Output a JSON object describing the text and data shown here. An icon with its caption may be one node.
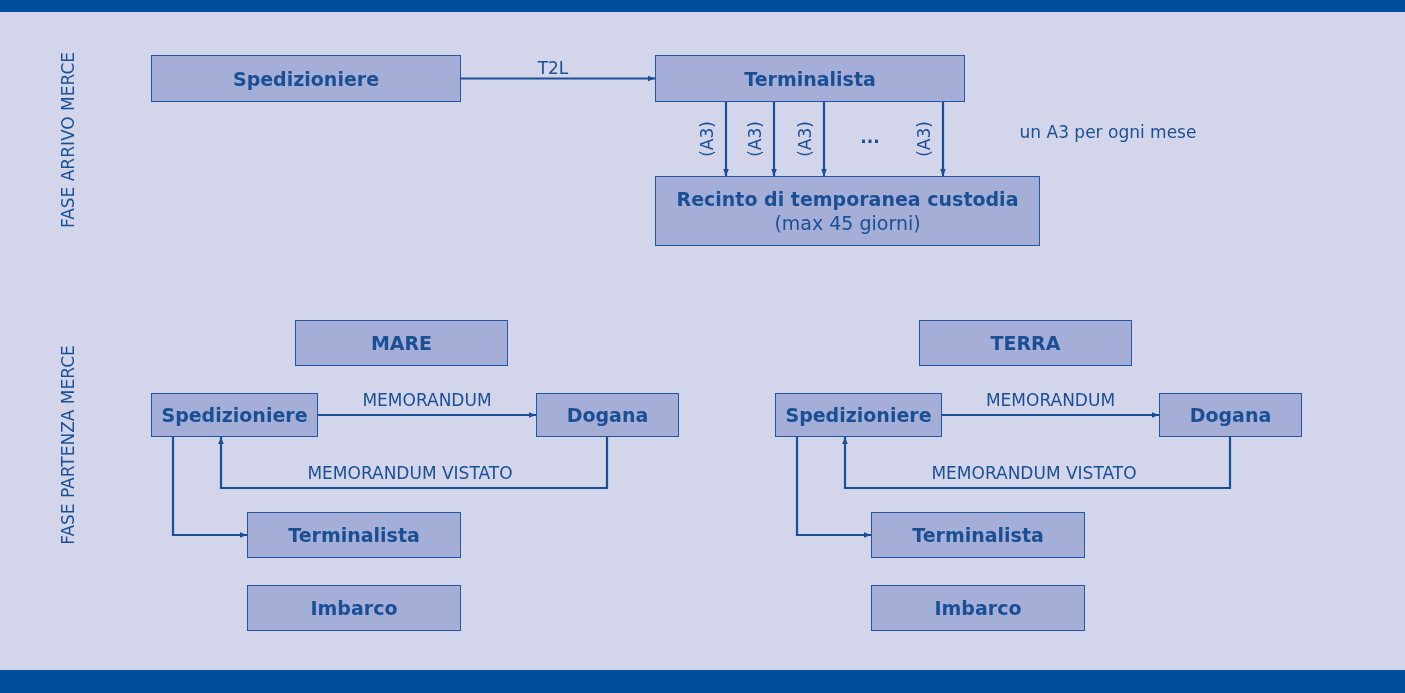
{
  "diagram": {
    "nodes": [
      {
        "text": [
          "Spedizioniere"
        ]
      },
      {
        "text": [
          "Terminalista"
        ]
      },
      {
        "text": [
          "Recinto di temporanea custodia",
          "(max 45 giorni)"
        ]
      },
      {
        "text": [
          "MARE"
        ]
      },
      {
        "text": [
          "Spedizioniere"
        ]
      },
      {
        "text": [
          "Dogana"
        ]
      },
      {
        "text": [
          "Terminalista"
        ]
      },
      {
        "text": [
          "Imbarco"
        ]
      },
      {
        "text": [
          "TERRA"
        ]
      },
      {
        "text": [
          "Spedizioniere"
        ]
      },
      {
        "text": [
          "Dogana"
        ]
      },
      {
        "text": [
          "Terminalista"
        ]
      },
      {
        "text": [
          "Imbarco"
        ]
      }
    ],
    "edges": [
      {
        "from": 0,
        "to": 1,
        "arrow": "to",
        "label": "T2L"
      },
      {
        "from": 1,
        "to": 2,
        "arrow": "to",
        "label": "(A3)"
      },
      {
        "from": 1,
        "to": 2,
        "arrow": "to",
        "label": "(A3)"
      },
      {
        "from": 1,
        "to": 2,
        "arrow": "to",
        "label": "(A3)"
      },
      {
        "from": 1,
        "to": 2,
        "arrow": "to",
        "label": "(A3)"
      },
      {
        "from": 4,
        "to": 5,
        "arrow": "to",
        "label": "MEMORANDUM"
      },
      {
        "from": 5,
        "to": 4,
        "arrow": "to",
        "label": "MEMORANDUM VISTATO"
      },
      {
        "from": 4,
        "to": 6,
        "arrow": "to"
      },
      {
        "from": 9,
        "to": 10,
        "arrow": "to",
        "label": "MEMORANDUM"
      },
      {
        "from": 10,
        "to": 9,
        "arrow": "to",
        "label": "MEMORANDUM VISTATO"
      },
      {
        "from": 9,
        "to": 11,
        "arrow": "to"
      }
    ],
    "labels": [
      "FASE ARRIVO MERCE",
      "...",
      "un A3 per ogni mese",
      "FASE PARTENZA MERCE"
    ]
  }
}
